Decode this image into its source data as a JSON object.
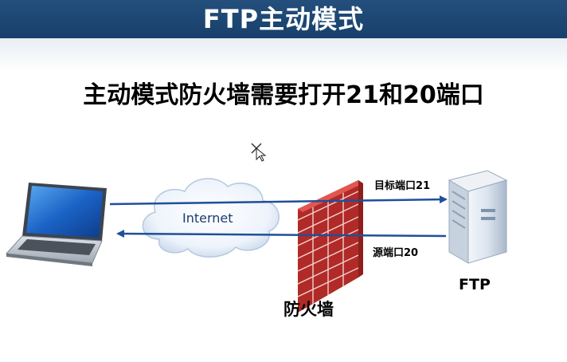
{
  "slide": {
    "title": "FTP主动模式",
    "headline": "主动模式防火墙需要打开21和20端口"
  },
  "diagram": {
    "cloud_label": "Internet",
    "firewall_label": "防火墙",
    "server_label": "FTP",
    "arrow_to_server_label": "目标端口21",
    "arrow_to_client_label": "源端口20",
    "icons": [
      "laptop-icon",
      "cloud-icon",
      "firewall-icon",
      "server-icon",
      "mouse-cursor-icon"
    ],
    "colors": {
      "title_bar": "#1c4674",
      "arrow": "#1f4f9a",
      "brick": "#d23a35",
      "screen": "#1e6fd0"
    }
  }
}
